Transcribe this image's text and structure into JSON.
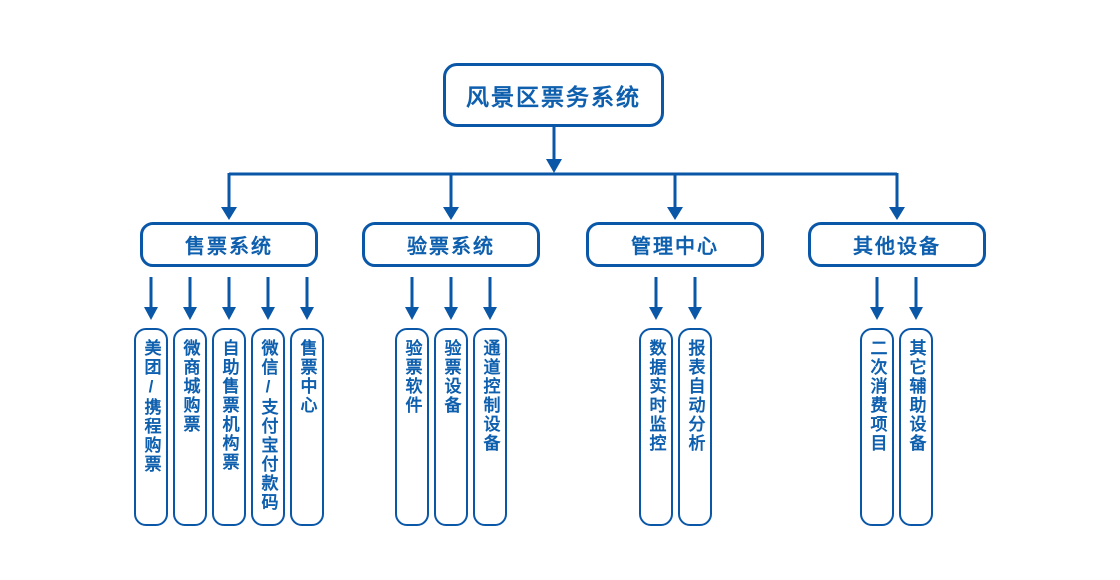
{
  "colors": {
    "line": "#0a57a8",
    "text": "#0e5fae",
    "background": "#ffffff"
  },
  "diagram": {
    "type": "flowchart-hierarchy",
    "root": {
      "label": "风景区票务系统"
    },
    "groups": [
      {
        "label": "售票系统",
        "children": [
          "美团/携程购票",
          "微商城购票",
          "自助售票机构票",
          "微信/支付宝付款码",
          "售票中心"
        ]
      },
      {
        "label": "验票系统",
        "children": [
          "验票软件",
          "验票设备",
          "通道控制设备"
        ]
      },
      {
        "label": "管理中心",
        "children": [
          "数据实时监控",
          "报表自动分析"
        ]
      },
      {
        "label": "其他设备",
        "children": [
          "二次消费项目",
          "其它辅助设备"
        ]
      }
    ]
  }
}
